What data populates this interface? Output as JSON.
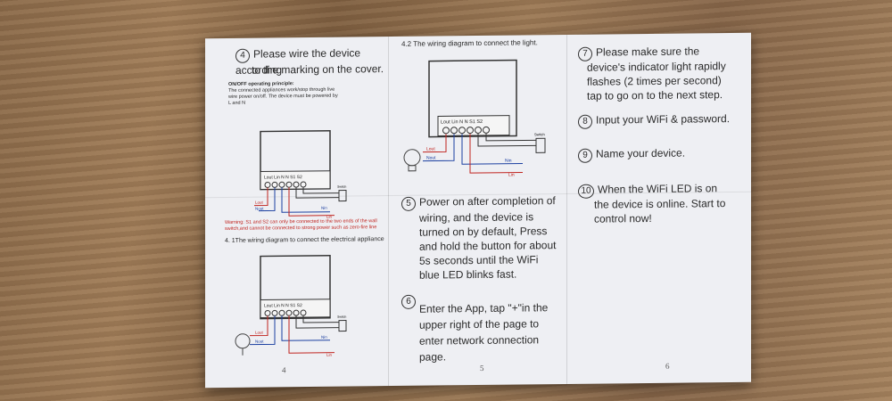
{
  "page4": {
    "step_number": "4",
    "step_text_1": "Please wire the device according",
    "step_text_2": "to the marking on the cover.",
    "principle_title": "ON/OFF operating principle:",
    "principle_1": "The connected appliances work/stop through live",
    "principle_2": "wire power on/off. The device must be powered by",
    "principle_3": "L and N",
    "warning_1": "Warning: S1 and S2 can only be connected to the two ends of the wall",
    "warning_2": "switch,and cannot be connected to strong power such as zero-fire line",
    "section_41": "4. 1The wiring diagram to connect the electrical appliance",
    "page_number": "4"
  },
  "page5": {
    "section_42": "4.2  The wiring diagram to connect the light.",
    "step5_number": "5",
    "step5_lines": [
      "Power on after completion of",
      "wiring, and the device is",
      "turned on by default, Press",
      "and hold the button for about",
      "5s seconds until the WiFi",
      "blue LED blinks fast."
    ],
    "step6_number": "6",
    "step6_lines": [
      "Enter the App, tap \"+\"in the",
      "upper right of the page to",
      "enter network connection",
      "page."
    ],
    "page_number": "5"
  },
  "page6": {
    "step7_number": "7",
    "step7_lines": [
      "Please make sure the",
      "device's indicator light rapidly",
      "flashes (2 times per second)",
      "tap to go on to the next step."
    ],
    "step8_number": "8",
    "step8_text": "Input your WiFi & password.",
    "step9_number": "9",
    "step9_text": "Name your device.",
    "step10_number": "10",
    "step10_lines": [
      "When the WiFi LED is on",
      "the device is online. Start to",
      "control now!"
    ],
    "page_number": "6"
  },
  "diagram": {
    "terminals": "Lout Lin  N   N  S1  S2",
    "switch": "Switch",
    "lout": "Lout",
    "nout": "Nout",
    "nin": "Nin",
    "lin": "Lin"
  }
}
